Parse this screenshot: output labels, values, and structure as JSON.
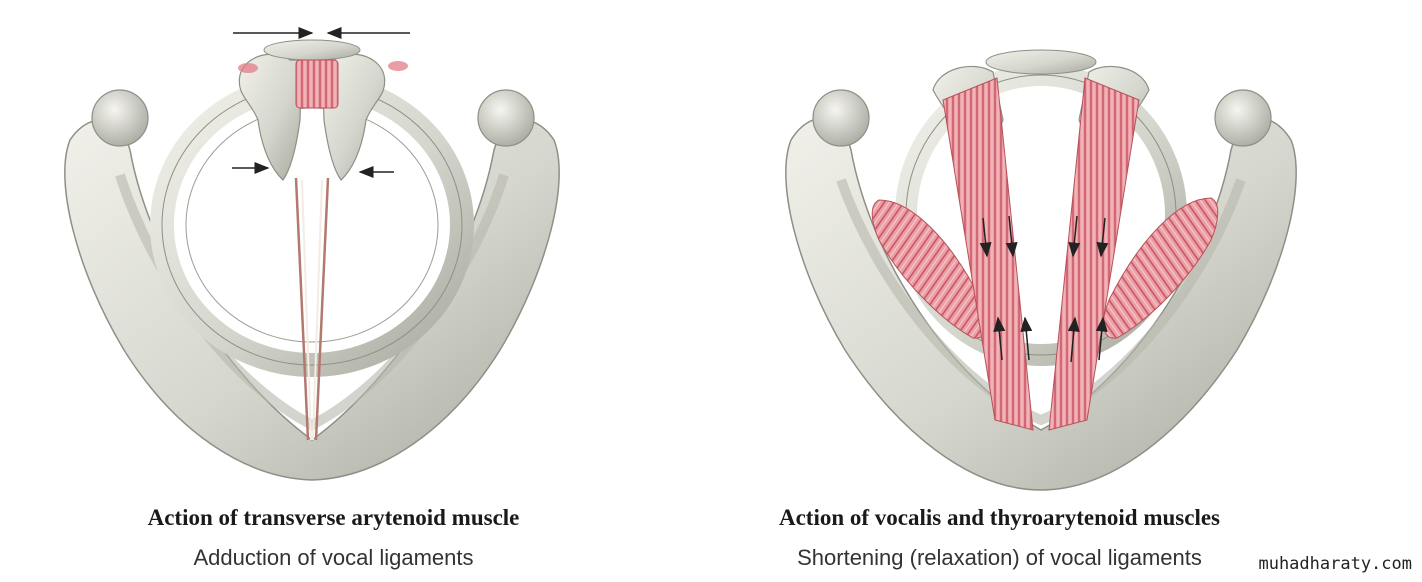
{
  "panels": [
    {
      "title": "Action of transverse arytenoid muscle",
      "subtitle": "Adduction of vocal ligaments"
    },
    {
      "title": "Action of vocalis and thyroarytenoid muscles",
      "subtitle": "Shortening (relaxation) of vocal ligaments"
    }
  ],
  "watermark": "muhadharaty.com",
  "colors": {
    "cartilage": "#dcdcd3",
    "cartilage_shadow": "#a9aaa0",
    "muscle": "#e27c85",
    "arrow": "#222222"
  }
}
